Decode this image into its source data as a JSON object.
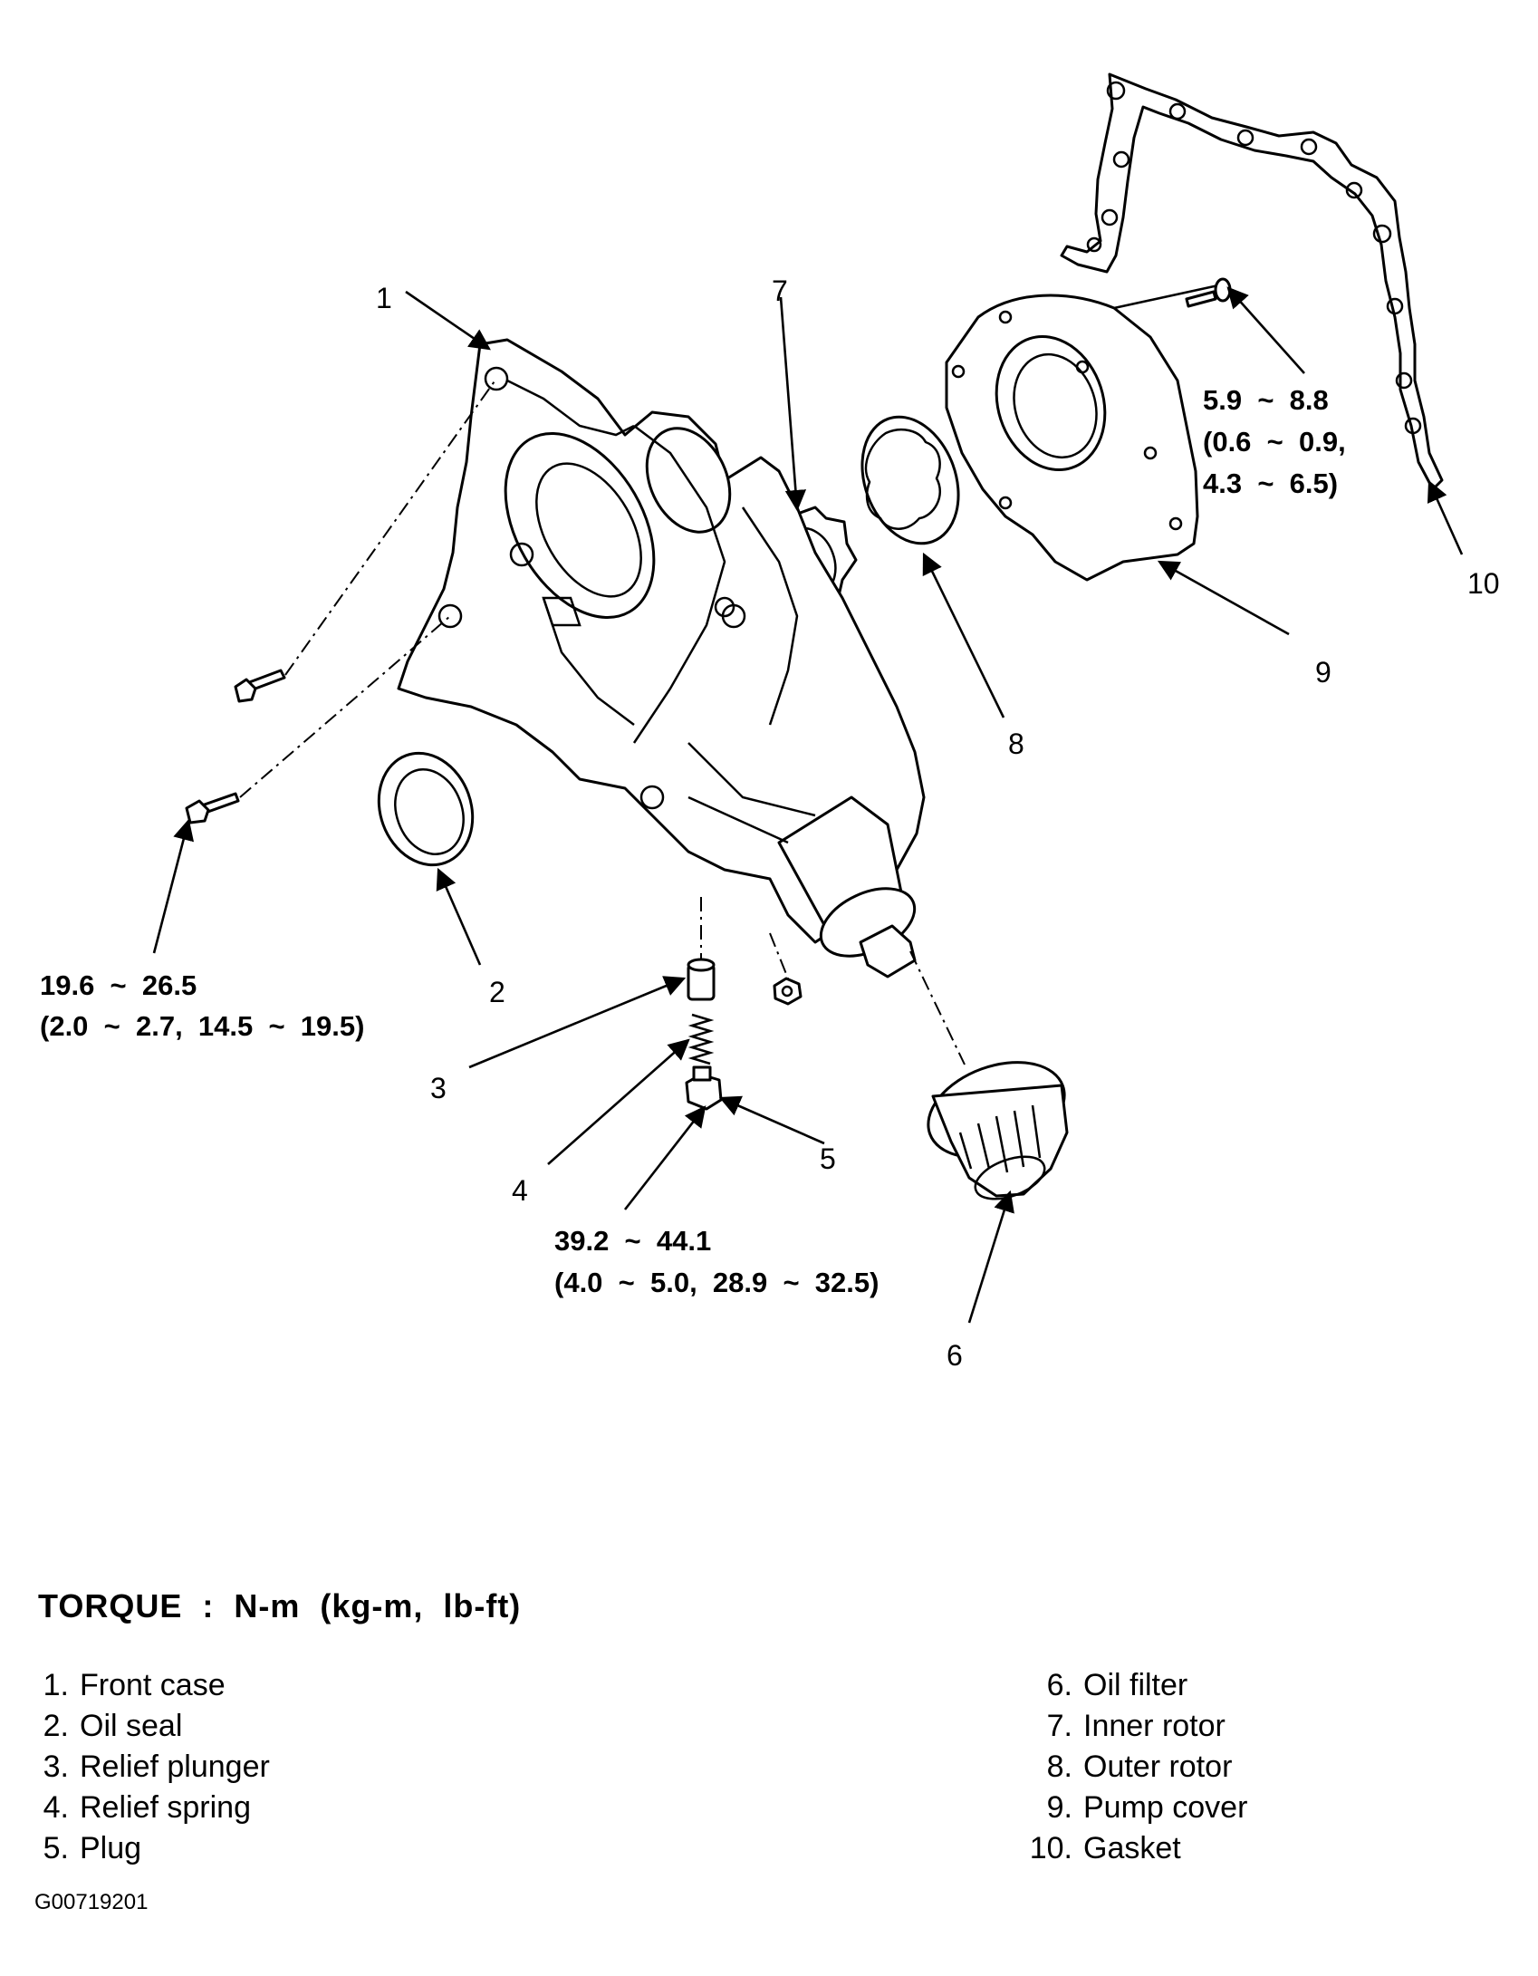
{
  "callouts": {
    "c1": "1",
    "c2": "2",
    "c3": "3",
    "c4": "4",
    "c5": "5",
    "c6": "6",
    "c7": "7",
    "c8": "8",
    "c9": "9",
    "c10": "10"
  },
  "torque_specs": {
    "front_case_bolt": {
      "line1": "19.6  ~  26.5",
      "line2": "(2.0  ~  2.7,  14.5  ~  19.5)"
    },
    "plug": {
      "line1": "39.2  ~  44.1",
      "line2": "(4.0  ~  5.0,  28.9  ~  32.5)"
    },
    "pump_cover_screw": {
      "line1": "5.9  ~  8.8",
      "line2": "(0.6  ~  0.9,",
      "line3": "4.3  ~  6.5)"
    }
  },
  "torque_unit_title": "TORQUE  :  N-m  (kg-m,  lb-ft)",
  "legend": {
    "left": [
      {
        "num": "1.",
        "label": "Front case"
      },
      {
        "num": "2.",
        "label": "Oil seal"
      },
      {
        "num": "3.",
        "label": "Relief plunger"
      },
      {
        "num": "4.",
        "label": "Relief spring"
      },
      {
        "num": "5.",
        "label": "Plug"
      }
    ],
    "right": [
      {
        "num": "6.",
        "label": "Oil filter"
      },
      {
        "num": "7.",
        "label": "Inner rotor"
      },
      {
        "num": "8.",
        "label": "Outer rotor"
      },
      {
        "num": "9.",
        "label": "Pump cover"
      },
      {
        "num": "10.",
        "label": "Gasket"
      }
    ]
  },
  "figure_code": "G00719201"
}
